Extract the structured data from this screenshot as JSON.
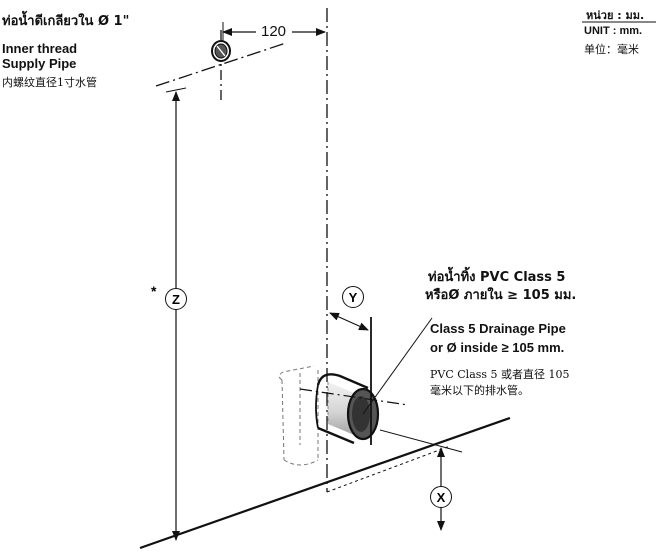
{
  "supply": {
    "thai": "ท่อน้ำดีเกลียวใน Ø 1\"",
    "eng_line1": "Inner thread",
    "eng_line2": "Supply Pipe",
    "cn": "内螺纹直径1寸水管"
  },
  "units": {
    "thai": "หน่วย : มม.",
    "eng": "UNIT : mm.",
    "cn": "单位：毫米"
  },
  "dimension_120": "120",
  "drain": {
    "thai_line1": "ท่อน้ำทิ้ง PVC Class 5",
    "thai_line2": "หรือØ ภายใน ≥ 105 มม.",
    "eng_line1": "Class 5 Drainage Pipe",
    "eng_line2": "or Ø inside ≥ 105 mm.",
    "cn_line1": "PVC Class 5 或者直径 105",
    "cn_line2": "毫米以下的排水管。"
  },
  "markers": {
    "z": "Z",
    "y": "Y",
    "x": "X",
    "star": "*"
  }
}
